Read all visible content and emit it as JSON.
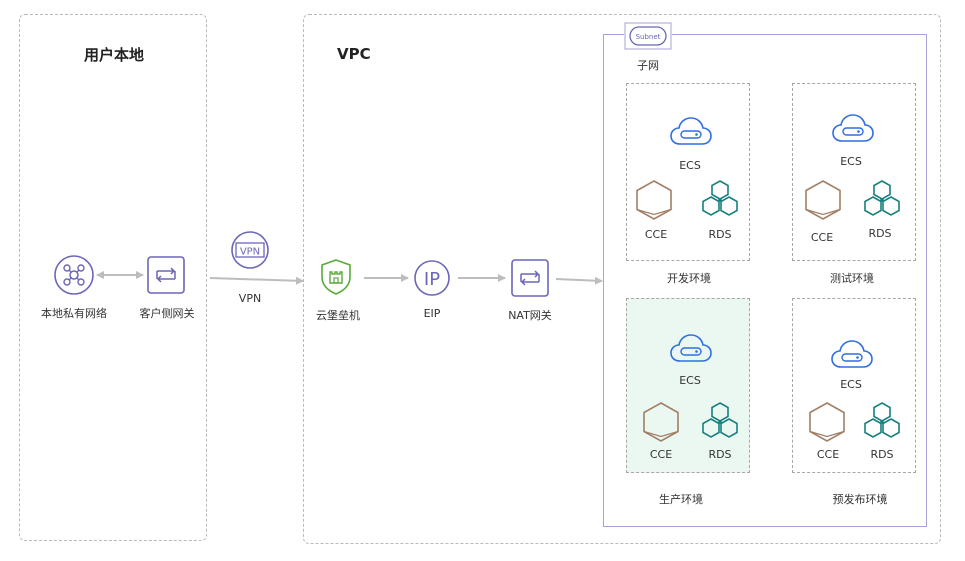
{
  "local": {
    "title": "用户本地",
    "private_network": "本地私有网络",
    "customer_gateway": "客户侧网关"
  },
  "vpn": {
    "label": "VPN",
    "icon_text": "VPN"
  },
  "vpc": {
    "title": "VPC",
    "bastion": "云堡垒机",
    "eip": "EIP",
    "eip_icon_text": "IP",
    "nat": "NAT网关"
  },
  "subnet": {
    "label": "子网",
    "icon_text": "Subnet"
  },
  "envs": {
    "dev": {
      "name": "开发环境",
      "ecs": "ECS",
      "cce": "CCE",
      "rds": "RDS"
    },
    "test": {
      "name": "测试环境",
      "ecs": "ECS",
      "cce": "CCE",
      "rds": "RDS"
    },
    "prod": {
      "name": "生产环境",
      "ecs": "ECS",
      "cce": "CCE",
      "rds": "RDS"
    },
    "pre": {
      "name": "预发布环境",
      "ecs": "ECS",
      "cce": "CCE",
      "rds": "RDS"
    }
  },
  "colors": {
    "accent_blue": "#2e6fe0",
    "icon_purple": "#6b67b8",
    "rds_teal": "#17807d",
    "cce_brown": "#a07f66",
    "shield_green": "#5aaa3c",
    "prod_fill": "#ebf8f1"
  }
}
